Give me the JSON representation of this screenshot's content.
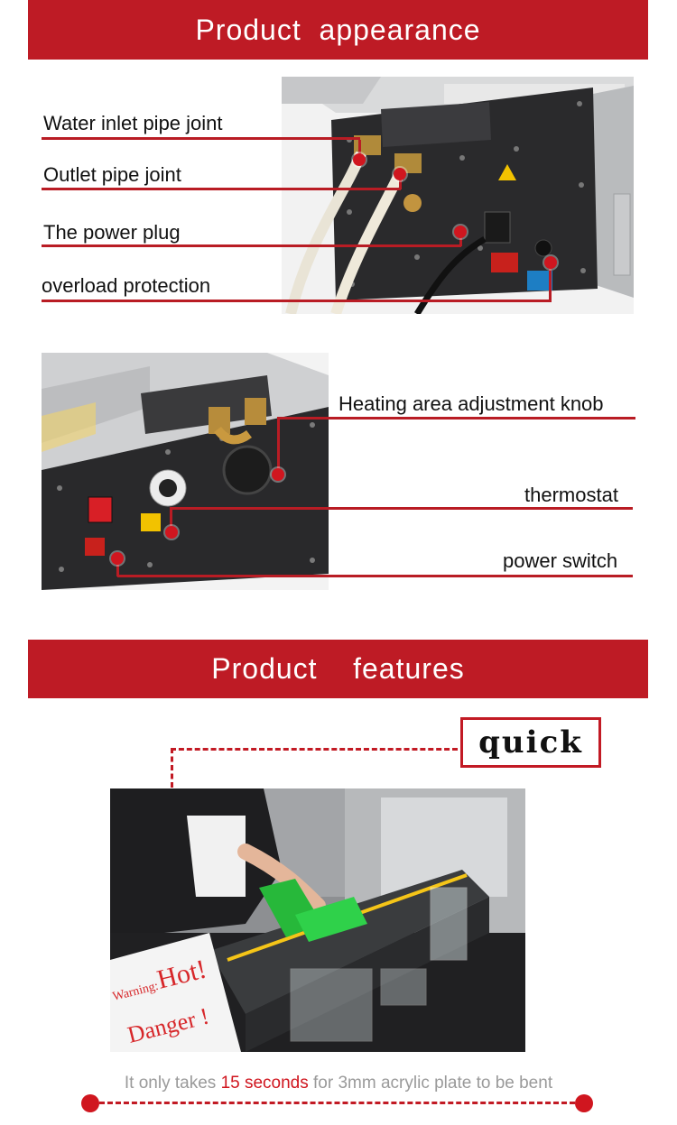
{
  "sections": {
    "appearance_title": "Product  appearance",
    "features_title": "Product    features"
  },
  "appearance_callouts": {
    "water_inlet": "Water inlet pipe joint",
    "outlet": "Outlet pipe joint",
    "power_plug": "The power plug",
    "overload": "overload protection"
  },
  "control_callouts": {
    "knob": "Heating area adjustment knob",
    "thermostat": "thermostat",
    "power_switch": "power switch"
  },
  "features": {
    "tag": "quick",
    "caption_before": "It only takes ",
    "caption_highlight": "15 seconds",
    "caption_after": " for 3mm acrylic plate to be bent",
    "sign_warning": "Warning:",
    "sign_hot": "Hot!",
    "sign_danger": "Danger !"
  },
  "colors": {
    "brand_red": "#be1b25",
    "dot_red": "#d0161f",
    "caption_gray": "#9a9a9a"
  }
}
